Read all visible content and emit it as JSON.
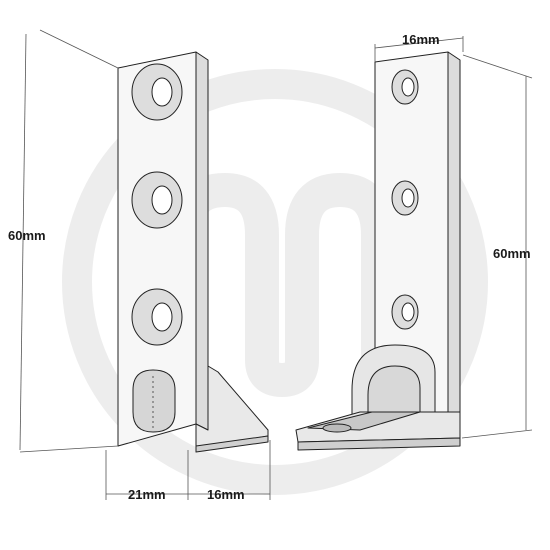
{
  "watermark": {
    "icon": "brand-logo-m",
    "color": "#ececec"
  },
  "colors": {
    "line": "#222222",
    "fill": "#f6f6f6",
    "shade": "#d9d9d9",
    "dim": "#444444"
  },
  "dimensions": {
    "left_height": "60mm",
    "left_width": "21mm",
    "left_foot": "16mm",
    "right_width": "16mm",
    "right_height": "60mm"
  }
}
